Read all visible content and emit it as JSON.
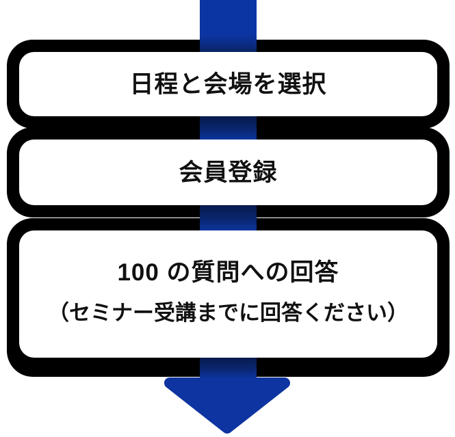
{
  "flow": {
    "title": "seminar-registration-flow",
    "steps": [
      {
        "label": "日程と会場を選択"
      },
      {
        "label": "会員登録"
      },
      {
        "label": "100 の質問への回答",
        "note": "（セミナー受講までに回答ください）"
      }
    ]
  },
  "colors": {
    "arrow_blue": "#0D35A1",
    "arrow_dark_navy": "#07194B",
    "box_border": "#000000",
    "box_background": "#FFFFFF",
    "text": "#111111"
  }
}
